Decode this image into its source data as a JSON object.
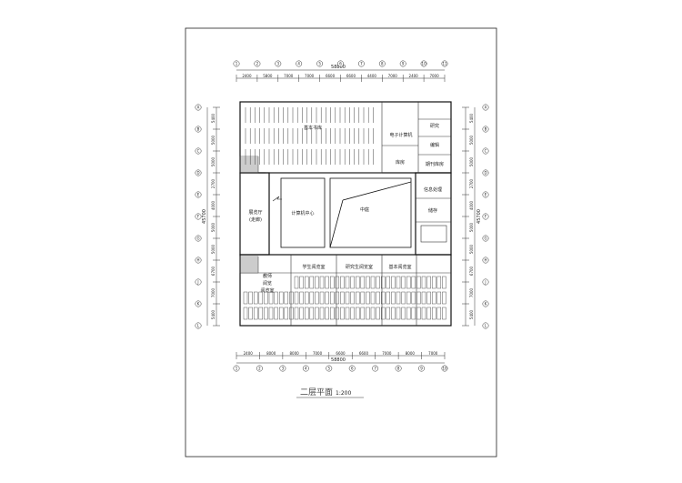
{
  "drawing": {
    "title": "二层平面",
    "scale": "1:200"
  },
  "dimensions": {
    "top_overall": "58800",
    "bottom_overall": "58800",
    "left_overall": "45700",
    "right_overall": "45700",
    "top_segments": [
      "2400",
      "5800",
      "7000",
      "7000",
      "6600",
      "6600",
      "4400",
      "7000",
      "2400",
      "7000"
    ],
    "bottom_segments": [
      "2400",
      "8000",
      "8000",
      "7000",
      "6600",
      "6600",
      "7000",
      "8000",
      "7000"
    ],
    "left_segments": [
      "5400",
      "5000",
      "5000",
      "2700",
      "4000",
      "5000",
      "5000",
      "6700",
      "7000",
      "5400"
    ],
    "right_segments": [
      "5400",
      "5000",
      "5000",
      "2700",
      "4000",
      "5000",
      "5000",
      "6700",
      "7000",
      "5400"
    ]
  },
  "axes": {
    "columns": [
      "1",
      "2",
      "3",
      "4",
      "5",
      "6",
      "7",
      "8",
      "9",
      "10",
      "11"
    ],
    "rows": [
      "A",
      "B",
      "C",
      "D",
      "E",
      "F",
      "G",
      "H",
      "J",
      "K",
      "L"
    ]
  },
  "rooms": {
    "reading_top": "基本书库",
    "e_reading": "电子计算机",
    "office_1": "研究",
    "office_2": "编辑",
    "office_3": "期刊库房",
    "office_4": "信息处理",
    "office_5": "储存",
    "storage": "库房",
    "lobby": "展览厅",
    "lobby_sub": "(走廊)",
    "computer_center": "计算机中心",
    "courtyard": "中庭",
    "reading_sw": "教师",
    "reading_sw2": "阅览",
    "reading_sw3": "阅览室",
    "reading_s1": "学生阅览室",
    "reading_s2": "研究生阅览室",
    "reading_s3": "基本阅览室"
  }
}
